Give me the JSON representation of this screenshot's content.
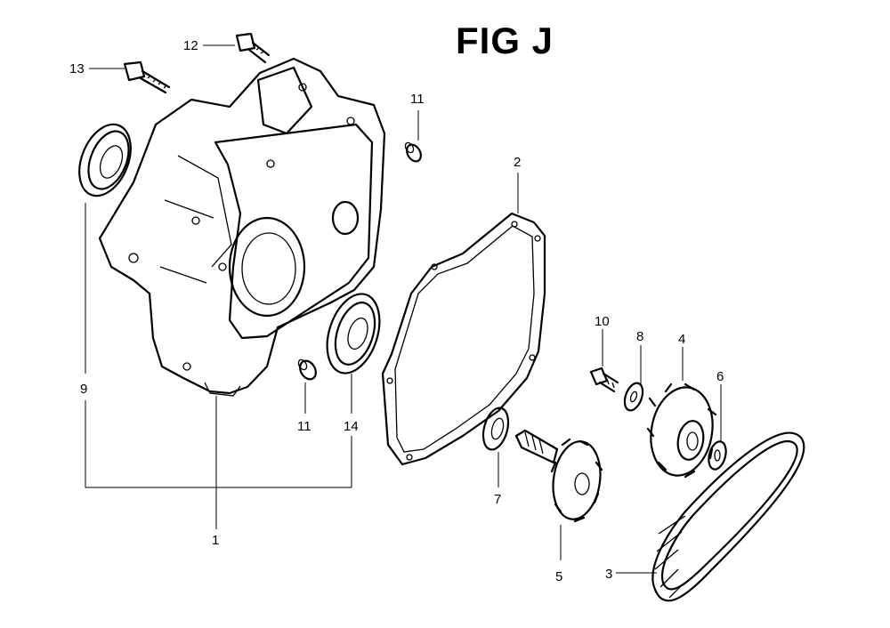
{
  "title": "FIG J",
  "callouts": {
    "c1": "1",
    "c2": "2",
    "c3": "3",
    "c4": "4",
    "c5": "5",
    "c6": "6",
    "c7": "7",
    "c8": "8",
    "c9": "9",
    "c10": "10",
    "c11a": "11",
    "c11b": "11",
    "c12": "12",
    "c13": "13",
    "c14": "14"
  }
}
